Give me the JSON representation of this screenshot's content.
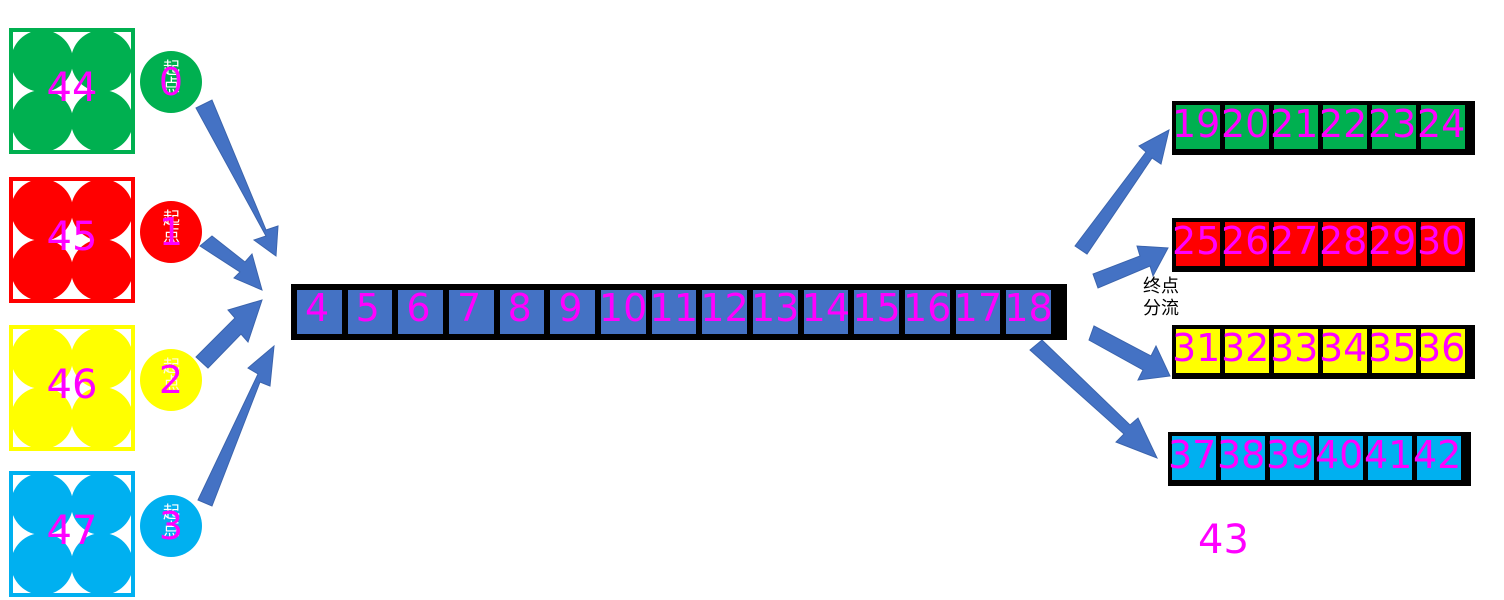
{
  "colors": {
    "green": "#00b050",
    "red": "#ff0000",
    "yellow": "#ffff00",
    "cyan": "#00b0f0",
    "blue": "#4472c4",
    "magenta": "#ff00ff"
  },
  "inputs": [
    {
      "quad_number": "44",
      "start_number": "0",
      "start_label": "起点",
      "color": "#00b050"
    },
    {
      "quad_number": "45",
      "start_number": "1",
      "start_label": "起点",
      "color": "#ff0000"
    },
    {
      "quad_number": "46",
      "start_number": "2",
      "start_label": "起点",
      "color": "#ffff00"
    },
    {
      "quad_number": "47",
      "start_number": "3",
      "start_label": "起点",
      "color": "#00b0f0"
    }
  ],
  "main_line": [
    "4",
    "5",
    "6",
    "7",
    "8",
    "9",
    "10",
    "11",
    "12",
    "13",
    "14",
    "15",
    "16",
    "17",
    "18"
  ],
  "merge_label": "终点\n分流",
  "outputs": [
    {
      "color": "#00b050",
      "numbers": [
        "19",
        "20",
        "21",
        "22",
        "23",
        "24"
      ]
    },
    {
      "color": "#ff0000",
      "numbers": [
        "25",
        "26",
        "27",
        "28",
        "29",
        "30"
      ]
    },
    {
      "color": "#ffff00",
      "numbers": [
        "31",
        "32",
        "33",
        "34",
        "35",
        "36"
      ]
    },
    {
      "color": "#00b0f0",
      "numbers": [
        "37",
        "38",
        "39",
        "40",
        "41",
        "42"
      ]
    }
  ],
  "loose_number": "43"
}
